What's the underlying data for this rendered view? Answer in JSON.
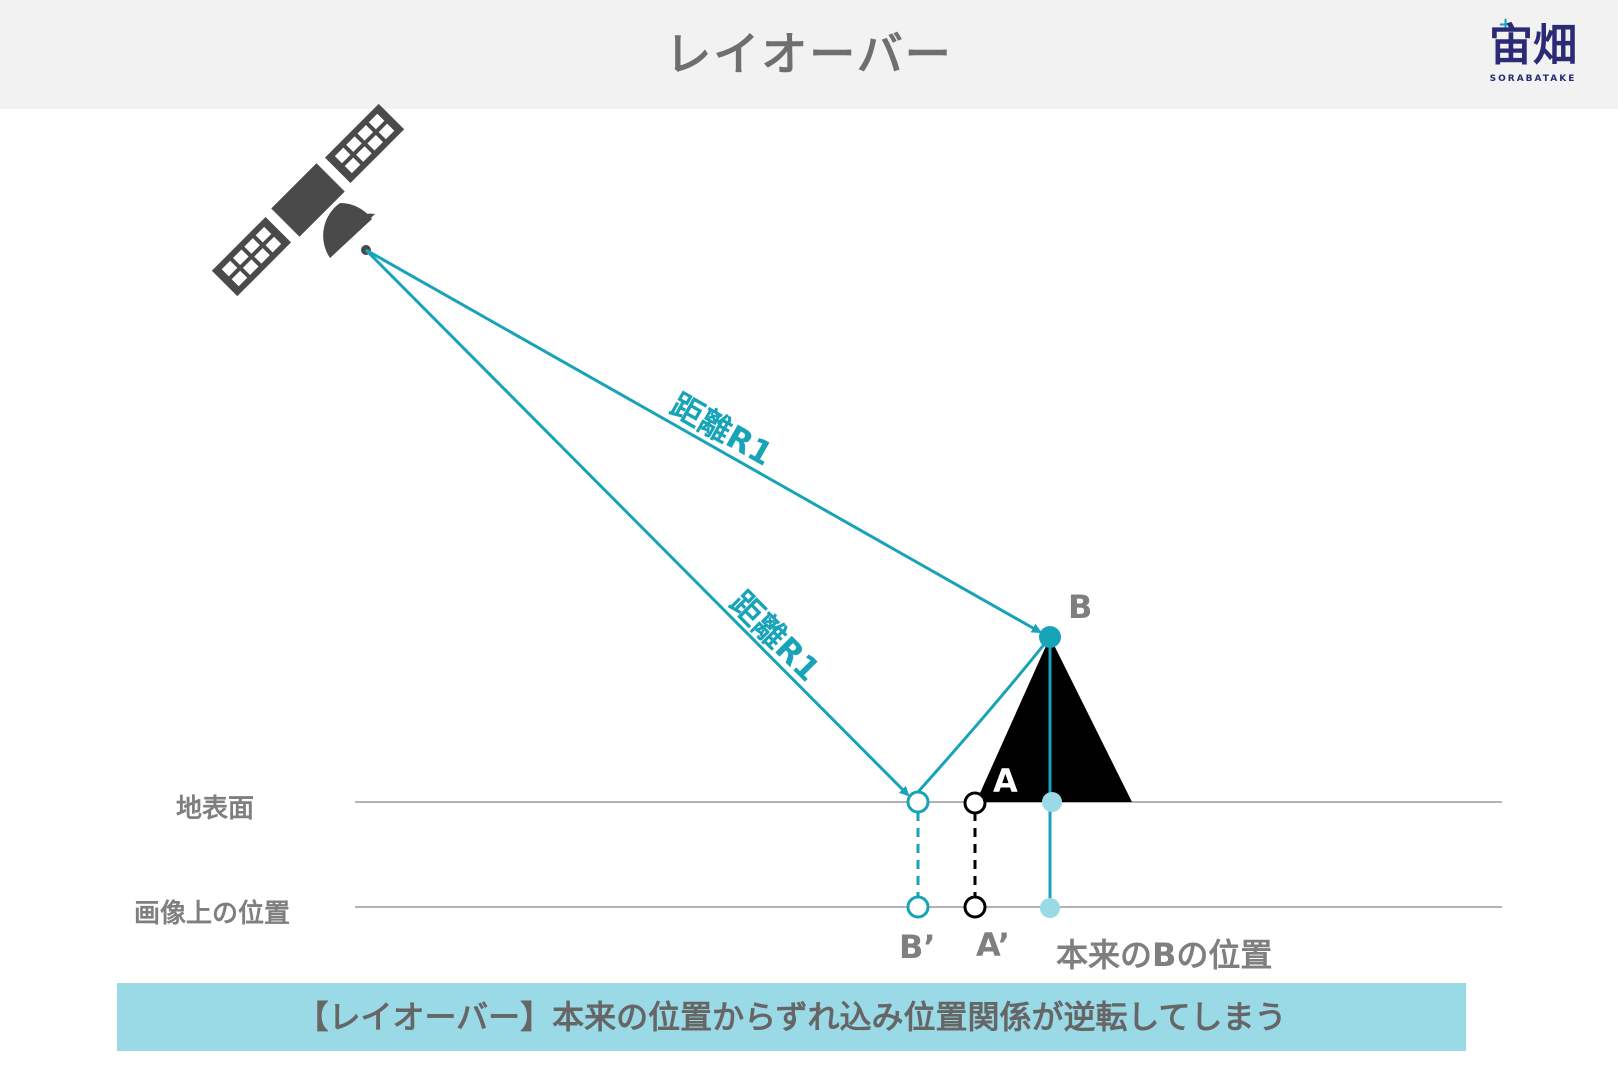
{
  "header": {
    "title": "レイオーバー",
    "logo_text": "宙畑",
    "logo_subtext": "SORABATAKE"
  },
  "diagram": {
    "range_label_upper": "距離R1",
    "range_label_lower": "距離R1",
    "row_ground": "地表面",
    "row_image": "画像上の位置",
    "point_b": "B",
    "point_a": "A",
    "point_b_prime": "B’",
    "point_a_prime": "A’",
    "true_b_position": "本来のBの位置"
  },
  "caption": "【レイオーバー】本来の位置からずれ込み位置関係が逆転してしまう",
  "colors": {
    "accent": "#17a3b8",
    "light_accent": "#9ad9e6",
    "text_gray": "#7f7f7f",
    "header_bg": "#f2f2f2",
    "satellite": "#4a4a4a",
    "mountain": "#000000"
  }
}
